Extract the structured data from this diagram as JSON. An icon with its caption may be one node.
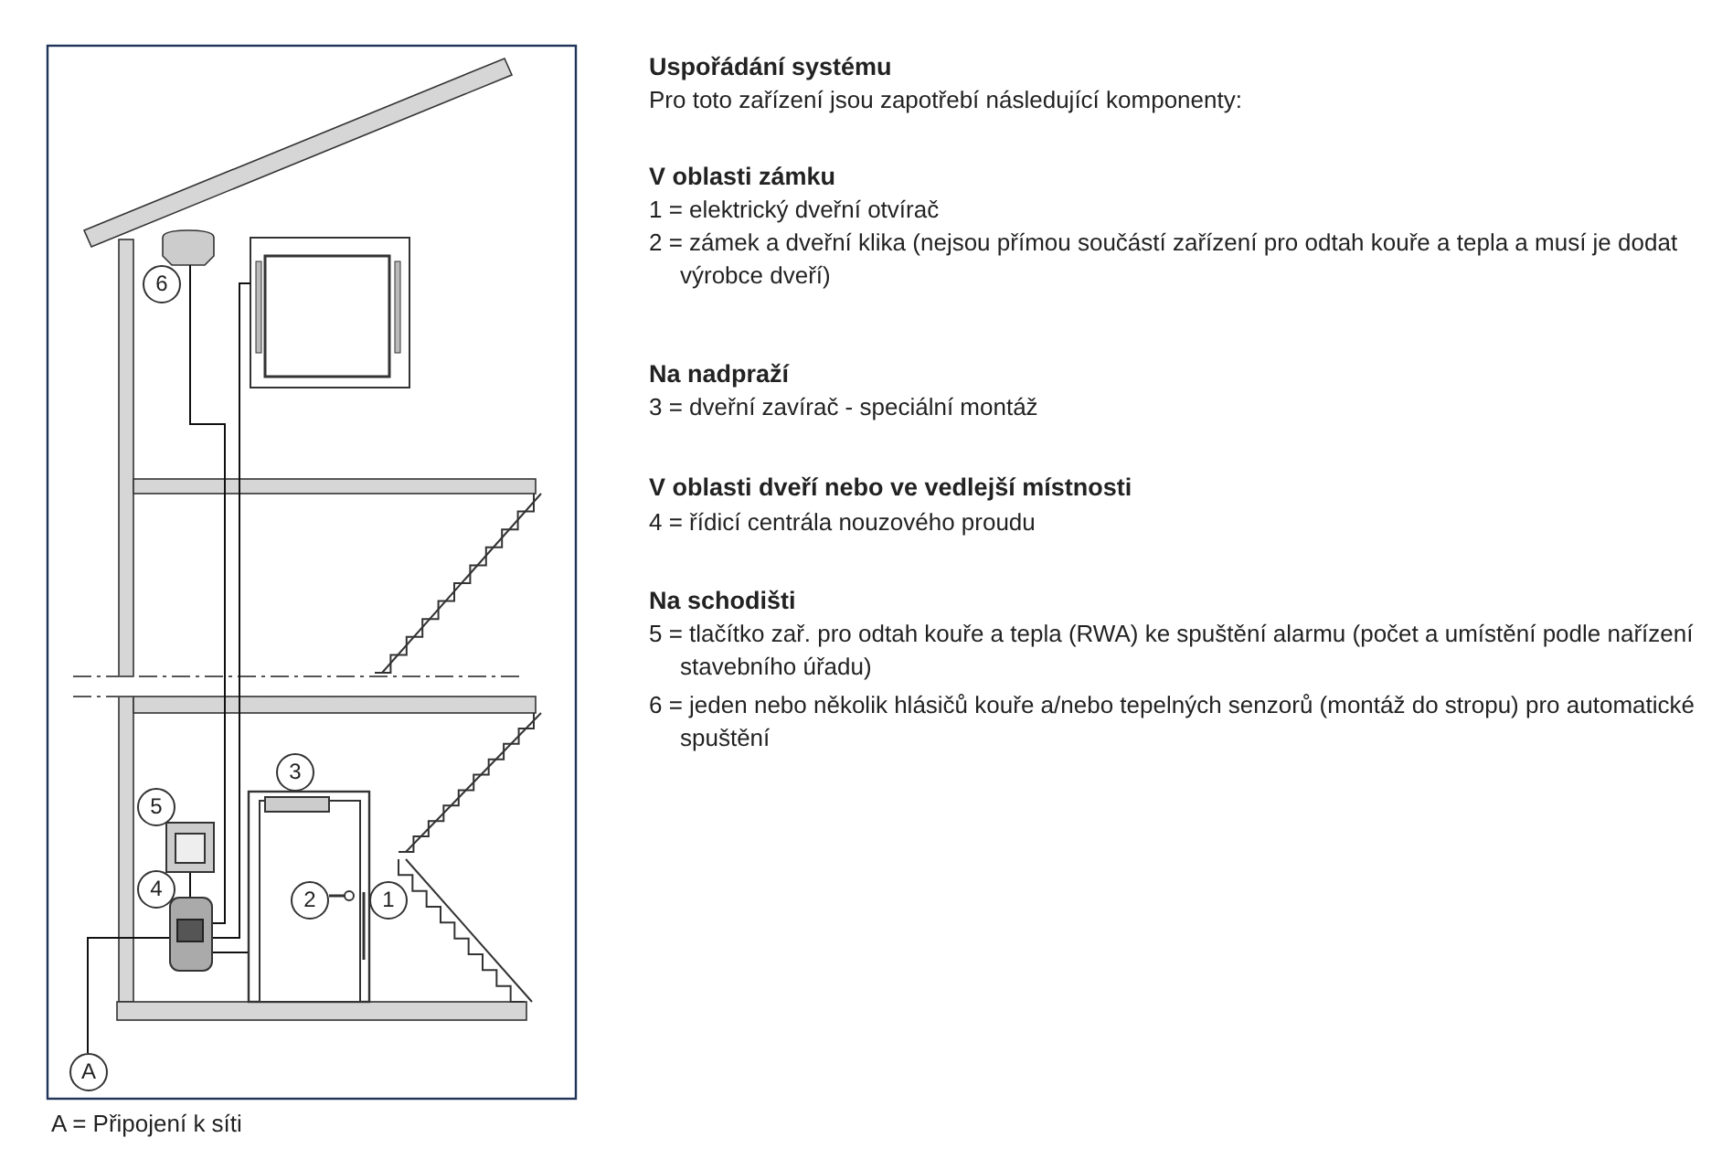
{
  "diagram": {
    "title": "Uspořádání systému",
    "labels": [
      "Pro toto zařízení jsou zapotřebí následující komponenty:",
      "V oblasti zámku",
      "1 = elektrický dveřní otvírač",
      "2 = zámek a dveřní klika (nejsou přímou součástí zařízení pro odtah kouře a tepla a musí je dodat výrobce dveří)",
      "Na nadpraží",
      "3 = dveřní zavírač - speciální montáž",
      "V oblasti dveří nebo ve vedlejší místnosti",
      "4 = řídicí centrála nouzového proudu",
      "Na schodišti",
      "5 = tlačítko zař. pro odtah kouře a tepla (RWA) ke spuštění alarmu (počet a umístění podle nařízení stavebního úřadu)",
      "6 = jeden nebo několik hlásičů kouře a/nebo tepelných senzorů (montáž do stropu) pro automatické spuštění",
      "6",
      "3",
      "5",
      "2",
      "1",
      "4",
      "A",
      "A = Připojení k síti"
    ]
  }
}
